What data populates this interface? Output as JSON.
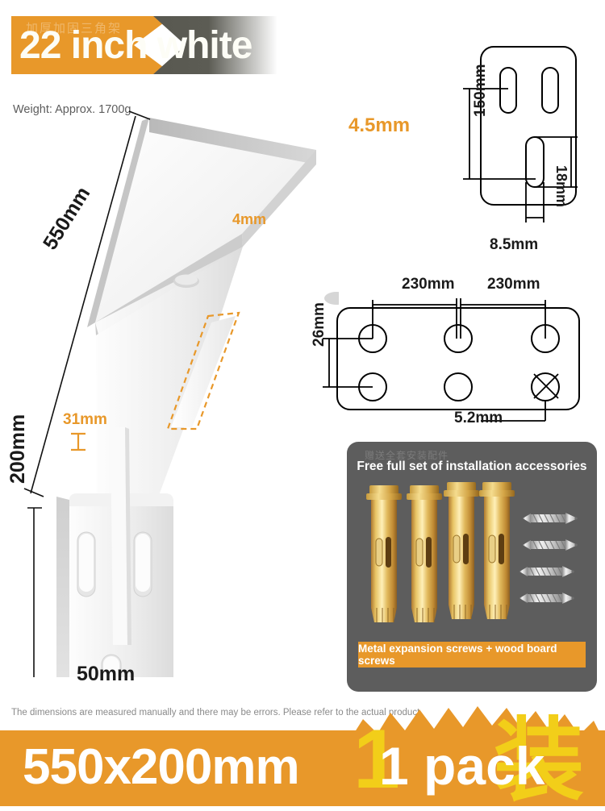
{
  "title_banner": {
    "text": "22 inch white",
    "ghost_text": "加厚加固三角架",
    "orange": "#E8982A",
    "gray": "#5c5c54"
  },
  "weight_label": "Weight: Approx. 1700g",
  "bracket": {
    "length_label": "550mm",
    "height_label": "200mm",
    "width_label": "50mm",
    "slot_offset_label": "31mm",
    "rib_thickness_label": "4mm",
    "plate_thickness_label": "4.5mm"
  },
  "plate_vertical": {
    "slot_spacing_label": "150mm",
    "slot_length_label": "18mm",
    "slot_width_label": "8.5mm"
  },
  "plate_horizontal": {
    "hole_spacing_left_label": "230mm",
    "hole_spacing_right_label": "230mm",
    "row_spacing_label": "26mm",
    "hole_diameter_label": "5.2mm"
  },
  "accessories": {
    "ghost_text": "赠送全套安装配件",
    "title": "Free full set of installation accessories",
    "caption": "Metal expansion screws + wood board screws",
    "panel_bg": "#5d5d5d",
    "caption_bg": "#E8982A",
    "expansion_bolt_count": 4,
    "wood_screw_count": 4
  },
  "disclaimer": "The dimensions are measured manually and there may be errors. Please refer to the actual product.",
  "bottom_banner": {
    "size_text": "550x200mm",
    "quantity_text": "1 pack",
    "quantity_ghost": "1",
    "cn_char": "装",
    "bg": "#E8982A",
    "accent": "#F2CE19"
  }
}
